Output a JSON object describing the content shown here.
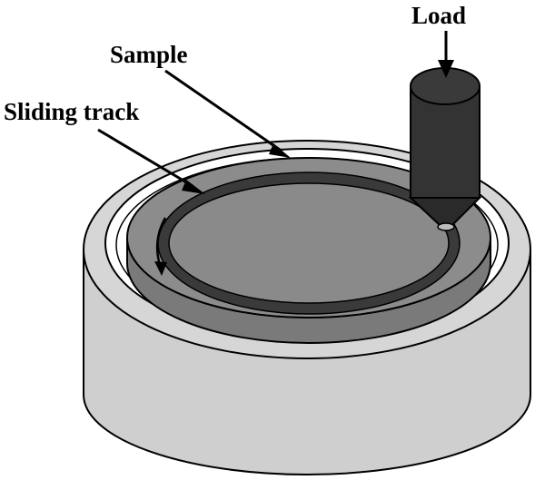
{
  "labels": {
    "load": "Load",
    "sample": "Sample",
    "sliding_track": "Sliding track"
  },
  "colors": {
    "holder": "#cfcfcf",
    "sample_top": "#8c8c8c",
    "sample_rim": "#6e6e6e",
    "track": "#3a3a3a",
    "pin": "#333333",
    "outline": "#000000"
  }
}
